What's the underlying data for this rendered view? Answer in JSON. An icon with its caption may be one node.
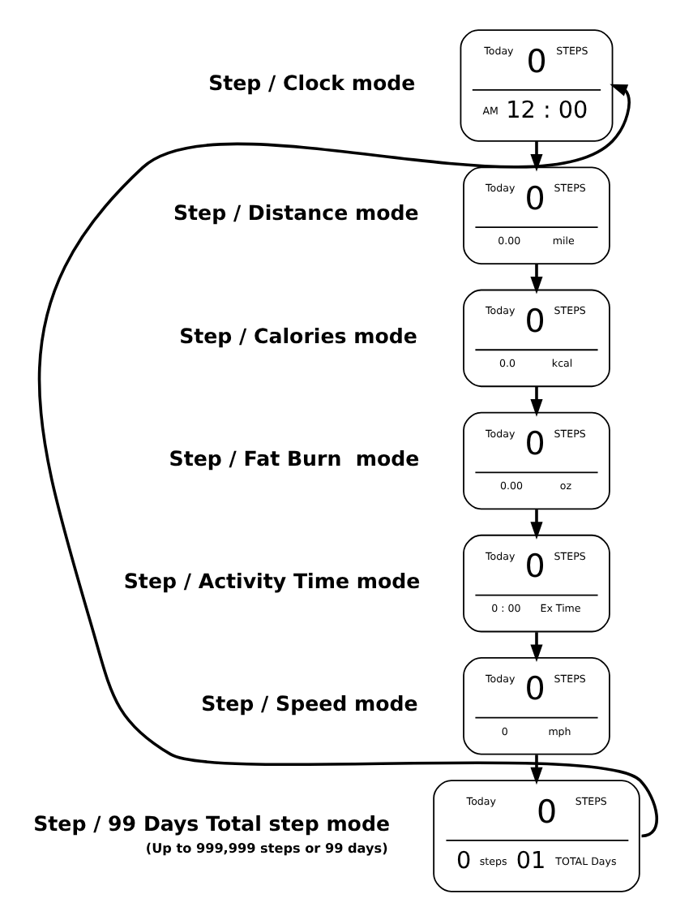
{
  "diagram": {
    "nodes": [
      {
        "text": [
          "Today",
          "0",
          "STEPS",
          "AM",
          "12 : 00"
        ],
        "beside": [
          "Step / Clock mode"
        ]
      },
      {
        "text": [
          "Today",
          "0",
          "STEPS",
          "0.00",
          "mile"
        ],
        "beside": [
          "Step / Distance mode"
        ]
      },
      {
        "text": [
          "Today",
          "0",
          "STEPS",
          "0.0",
          "kcal"
        ],
        "beside": [
          "Step / Calories mode"
        ]
      },
      {
        "text": [
          "Today",
          "0",
          "STEPS",
          "0.00",
          "oz"
        ],
        "beside": [
          "Step / Fat Burn  mode"
        ]
      },
      {
        "text": [
          "Today",
          "0",
          "STEPS",
          "0 : 00",
          "Ex Time"
        ],
        "beside": [
          "Step / Activity Time mode"
        ]
      },
      {
        "text": [
          "Today",
          "0",
          "STEPS",
          "0",
          "mph"
        ],
        "beside": [
          "Step / Speed mode"
        ]
      },
      {
        "text": [
          "Today",
          "0",
          "STEPS",
          "0",
          "steps",
          "01",
          "TOTAL Days"
        ],
        "beside": [
          "Step / 99 Days Total step mode",
          "(Up to 999,999 steps or 99 days)"
        ]
      }
    ],
    "edges": [
      {
        "from": 0,
        "to": 1,
        "arrow": "to"
      },
      {
        "from": 1,
        "to": 2,
        "arrow": "to"
      },
      {
        "from": 2,
        "to": 3,
        "arrow": "to"
      },
      {
        "from": 3,
        "to": 4,
        "arrow": "to"
      },
      {
        "from": 4,
        "to": 5,
        "arrow": "to"
      },
      {
        "from": 5,
        "to": 6,
        "arrow": "to"
      },
      {
        "from": 6,
        "to": 0,
        "arrow": "to"
      }
    ]
  }
}
